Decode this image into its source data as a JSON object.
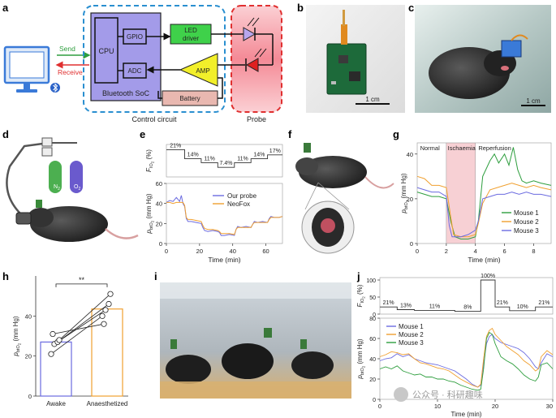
{
  "panel_labels": {
    "a": "a",
    "b": "b",
    "c": "c",
    "d": "d",
    "e": "e",
    "f": "f",
    "g": "g",
    "h": "h",
    "i": "i",
    "j": "j"
  },
  "panel_a": {
    "send": "Send",
    "receive": "Receive",
    "cpu": "CPU",
    "gpio": "GPIO",
    "adc": "ADC",
    "soc": "Bluetooth SoC",
    "led_driver": "LED\ndriver",
    "amp": "AMP",
    "battery": "Battery",
    "control_circuit": "Control circuit",
    "probe": "Probe"
  },
  "scale_bars": {
    "b": "1 cm",
    "c": "1 cm"
  },
  "panel_d": {
    "n2": "N",
    "n2_sub": "2",
    "o2": "O",
    "o2_sub": "2"
  },
  "watermark": "公众号 · 科研趣味",
  "colors": {
    "our_probe": "#6b6be0",
    "neofox": "#f0a030",
    "mouse1": "#2e9e3e",
    "mouse2": "#f0a030",
    "mouse3": "#6b6be0",
    "ischaemia_shade": "#f6c8cc",
    "soc_fill": "#9a90e8",
    "led_driver_fill": "#3fd14a",
    "amp_fill": "#f2ef2a",
    "battery_fill": "#e9b8b0",
    "probe_fill": "#f6a0a8"
  },
  "chart_data": [
    {
      "id": "e",
      "type": "line",
      "top": {
        "ylabel": "F_IO2 (%)",
        "ylabel_main": "F",
        "ylabel_sub": "IO",
        "ylabel_sub2": "2",
        "ylabel_unit": "(%)",
        "steps": [
          {
            "x0": 0,
            "x1": 11,
            "value": 21,
            "label": "21%"
          },
          {
            "x0": 11,
            "x1": 21,
            "value": 14,
            "label": "14%"
          },
          {
            "x0": 21,
            "x1": 31,
            "value": 11,
            "label": "11%"
          },
          {
            "x0": 31,
            "x1": 41,
            "value": 7.4,
            "label": "7.4%"
          },
          {
            "x0": 41,
            "x1": 51,
            "value": 11,
            "label": "11%"
          },
          {
            "x0": 51,
            "x1": 61,
            "value": 14,
            "label": "14%"
          },
          {
            "x0": 61,
            "x1": 70,
            "value": 17,
            "label": "17%"
          }
        ]
      },
      "bottom": {
        "ylabel_main": "p",
        "ylabel_sub": "btO",
        "ylabel_sub2": "2",
        "ylabel_unit": "(mm Hg)",
        "ylim": [
          0,
          60
        ],
        "yticks": [
          0,
          20,
          40,
          60
        ]
      },
      "xlabel": "Time (min)",
      "xlim": [
        0,
        70
      ],
      "xticks": [
        0,
        20,
        40,
        60
      ],
      "series": [
        {
          "name": "Our probe",
          "x": [
            0,
            2,
            4,
            6,
            8,
            9,
            10,
            11,
            12,
            13,
            15,
            18,
            21,
            22,
            23,
            25,
            28,
            31,
            32,
            33,
            35,
            38,
            41,
            42,
            43,
            45,
            48,
            51,
            52,
            53,
            55,
            58,
            61,
            62,
            63,
            65,
            68,
            70
          ],
          "y": [
            41,
            43,
            42,
            46,
            42,
            48,
            40,
            37,
            25,
            22,
            22,
            21,
            20,
            16,
            13,
            12,
            13,
            12,
            11,
            8,
            8,
            9,
            8,
            14,
            17,
            16,
            17,
            16,
            19,
            22,
            21,
            22,
            21,
            25,
            27,
            26,
            26,
            27
          ]
        },
        {
          "name": "NeoFox",
          "x": [
            0,
            2,
            4,
            6,
            8,
            10,
            11,
            12,
            13,
            15,
            18,
            21,
            22,
            23,
            25,
            28,
            31,
            32,
            33,
            35,
            38,
            41,
            42,
            43,
            45,
            48,
            51,
            52,
            53,
            55,
            58,
            61,
            62,
            63,
            65,
            68,
            70
          ],
          "y": [
            41,
            41,
            40,
            41,
            41,
            41,
            38,
            26,
            24,
            24,
            23,
            22,
            18,
            15,
            14,
            14,
            13,
            12,
            10,
            10,
            10,
            9,
            14,
            16,
            16,
            16,
            16,
            19,
            21,
            21,
            21,
            21,
            24,
            26,
            26,
            26,
            27
          ]
        }
      ]
    },
    {
      "id": "g",
      "type": "line",
      "ylabel_main": "p",
      "ylabel_sub": "btO",
      "ylabel_sub2": "2",
      "ylabel_unit": "(mm Hg)",
      "xlabel": "Time (min)",
      "xlim": [
        0,
        9.2
      ],
      "ylim": [
        0,
        45
      ],
      "xticks": [
        0,
        2,
        4,
        6,
        8
      ],
      "yticks": [
        0,
        20,
        40
      ],
      "phases": [
        {
          "label": "Normal",
          "x": 0.2
        },
        {
          "label": "Ischaemia",
          "x": 2.1
        },
        {
          "label": "Reperfusion",
          "x": 4.2
        }
      ],
      "shade": [
        2,
        4
      ],
      "series": [
        {
          "name": "Mouse 1",
          "x": [
            0,
            0.5,
            1,
            1.5,
            2,
            2.3,
            2.6,
            3,
            3.5,
            4,
            4.2,
            4.5,
            5,
            5.3,
            5.6,
            6,
            6.3,
            6.6,
            6.9,
            7.2,
            7.5,
            8,
            8.5,
            9.2
          ],
          "y": [
            23,
            22,
            21,
            21,
            20,
            10,
            3,
            2,
            2,
            3,
            10,
            30,
            37,
            40,
            36,
            40,
            35,
            43,
            33,
            28,
            27,
            28,
            27,
            26
          ]
        },
        {
          "name": "Mouse 2",
          "x": [
            0,
            0.5,
            1,
            1.5,
            2,
            2.3,
            2.5,
            3,
            3.5,
            4,
            4.2,
            4.5,
            5,
            5.5,
            6,
            6.5,
            7,
            7.5,
            8,
            8.5,
            9.2
          ],
          "y": [
            30,
            29,
            26,
            26,
            25,
            12,
            4,
            3,
            3,
            4,
            9,
            18,
            24,
            25,
            26,
            27,
            26,
            25,
            26,
            25,
            24
          ]
        },
        {
          "name": "Mouse 3",
          "x": [
            0,
            0.5,
            1,
            1.5,
            2,
            2.2,
            2.4,
            3,
            3.5,
            4,
            4.2,
            4.5,
            5,
            5.5,
            6,
            6.5,
            7,
            7.5,
            8,
            8.5,
            9.2
          ],
          "y": [
            25,
            24,
            23,
            23,
            21,
            8,
            3,
            3,
            4,
            6,
            10,
            20,
            21,
            22,
            22,
            23,
            22,
            23,
            22,
            22,
            21
          ]
        }
      ]
    },
    {
      "id": "h",
      "type": "bar",
      "categories": [
        "Awake",
        "Anaesthetized"
      ],
      "values": [
        27,
        43.5
      ],
      "ylabel_main": "p",
      "ylabel_sub": "btO",
      "ylabel_sub2": "2",
      "ylabel_unit": "(mm Hg)",
      "ylim": [
        0,
        60
      ],
      "yticks": [
        0,
        20,
        40
      ],
      "significance": "**",
      "pairs": [
        [
          21,
          40
        ],
        [
          26,
          43
        ],
        [
          27,
          46
        ],
        [
          28,
          51
        ],
        [
          31,
          36
        ]
      ]
    },
    {
      "id": "j",
      "type": "line",
      "top": {
        "ylabel_main": "F",
        "ylabel_sub": "IO",
        "ylabel_sub2": "2",
        "ylabel_unit": "(%)",
        "ylim": [
          0,
          100
        ],
        "yticks": [
          0,
          50,
          100
        ],
        "steps": [
          {
            "x0": 0,
            "x1": 3,
            "value": 21,
            "label": "21%"
          },
          {
            "x0": 3,
            "x1": 6,
            "value": 13,
            "label": "13%"
          },
          {
            "x0": 6,
            "x1": 13,
            "value": 11,
            "label": "11%"
          },
          {
            "x0": 13,
            "x1": 17.5,
            "value": 8,
            "label": "8%"
          },
          {
            "x0": 17.5,
            "x1": 20,
            "value": 100,
            "label": "100%"
          },
          {
            "x0": 20,
            "x1": 22.5,
            "value": 21,
            "label": "21%"
          },
          {
            "x0": 22.5,
            "x1": 27,
            "value": 10,
            "label": "10%"
          },
          {
            "x0": 27,
            "x1": 30,
            "value": 21,
            "label": "21%"
          }
        ]
      },
      "bottom": {
        "ylabel_main": "p",
        "ylabel_sub": "btO",
        "ylabel_sub2": "2",
        "ylabel_unit": "(mm Hg)",
        "ylim": [
          0,
          80
        ],
        "yticks": [
          0,
          20,
          40,
          60,
          80
        ]
      },
      "xlabel": "Time (min)",
      "xlim": [
        0,
        30
      ],
      "xticks": [
        0,
        10,
        20,
        30
      ],
      "series": [
        {
          "name": "Mouse 1",
          "x": [
            0,
            1,
            2,
            3,
            4,
            5,
            6,
            7,
            8,
            9,
            10,
            11,
            12,
            13,
            14,
            15,
            16,
            17,
            17.5,
            18,
            18.5,
            19,
            19.5,
            20,
            21,
            22,
            23,
            24,
            25,
            26,
            27,
            27.5,
            28,
            29,
            30
          ],
          "y": [
            38,
            40,
            41,
            45,
            42,
            44,
            40,
            38,
            36,
            35,
            34,
            32,
            30,
            28,
            24,
            20,
            15,
            12,
            14,
            35,
            55,
            62,
            64,
            60,
            56,
            54,
            52,
            50,
            46,
            40,
            32,
            30,
            36,
            45,
            42
          ]
        },
        {
          "name": "Mouse 2",
          "x": [
            0,
            1,
            2,
            3,
            4,
            5,
            6,
            7,
            8,
            9,
            10,
            11,
            12,
            13,
            14,
            15,
            16,
            17,
            17.5,
            18,
            18.5,
            19,
            19.5,
            20,
            21,
            22,
            23,
            24,
            25,
            26,
            27,
            27.5,
            28,
            29,
            30
          ],
          "y": [
            42,
            44,
            47,
            46,
            44,
            45,
            40,
            36,
            35,
            33,
            31,
            30,
            28,
            24,
            20,
            17,
            14,
            12,
            15,
            40,
            62,
            68,
            70,
            64,
            58,
            52,
            48,
            44,
            38,
            34,
            28,
            30,
            42,
            48,
            44
          ]
        },
        {
          "name": "Mouse 3",
          "x": [
            0,
            1,
            2,
            3,
            4,
            5,
            6,
            7,
            8,
            9,
            10,
            11,
            12,
            13,
            14,
            15,
            16,
            17,
            17.5,
            18,
            18.5,
            19,
            19.5,
            20,
            21,
            22,
            23,
            24,
            25,
            26,
            27,
            27.5,
            28,
            29,
            30
          ],
          "y": [
            30,
            32,
            30,
            33,
            28,
            26,
            24,
            25,
            22,
            22,
            20,
            20,
            18,
            17,
            14,
            12,
            10,
            9,
            10,
            30,
            60,
            66,
            64,
            55,
            42,
            38,
            35,
            30,
            24,
            20,
            18,
            22,
            34,
            36,
            30
          ]
        }
      ]
    }
  ]
}
